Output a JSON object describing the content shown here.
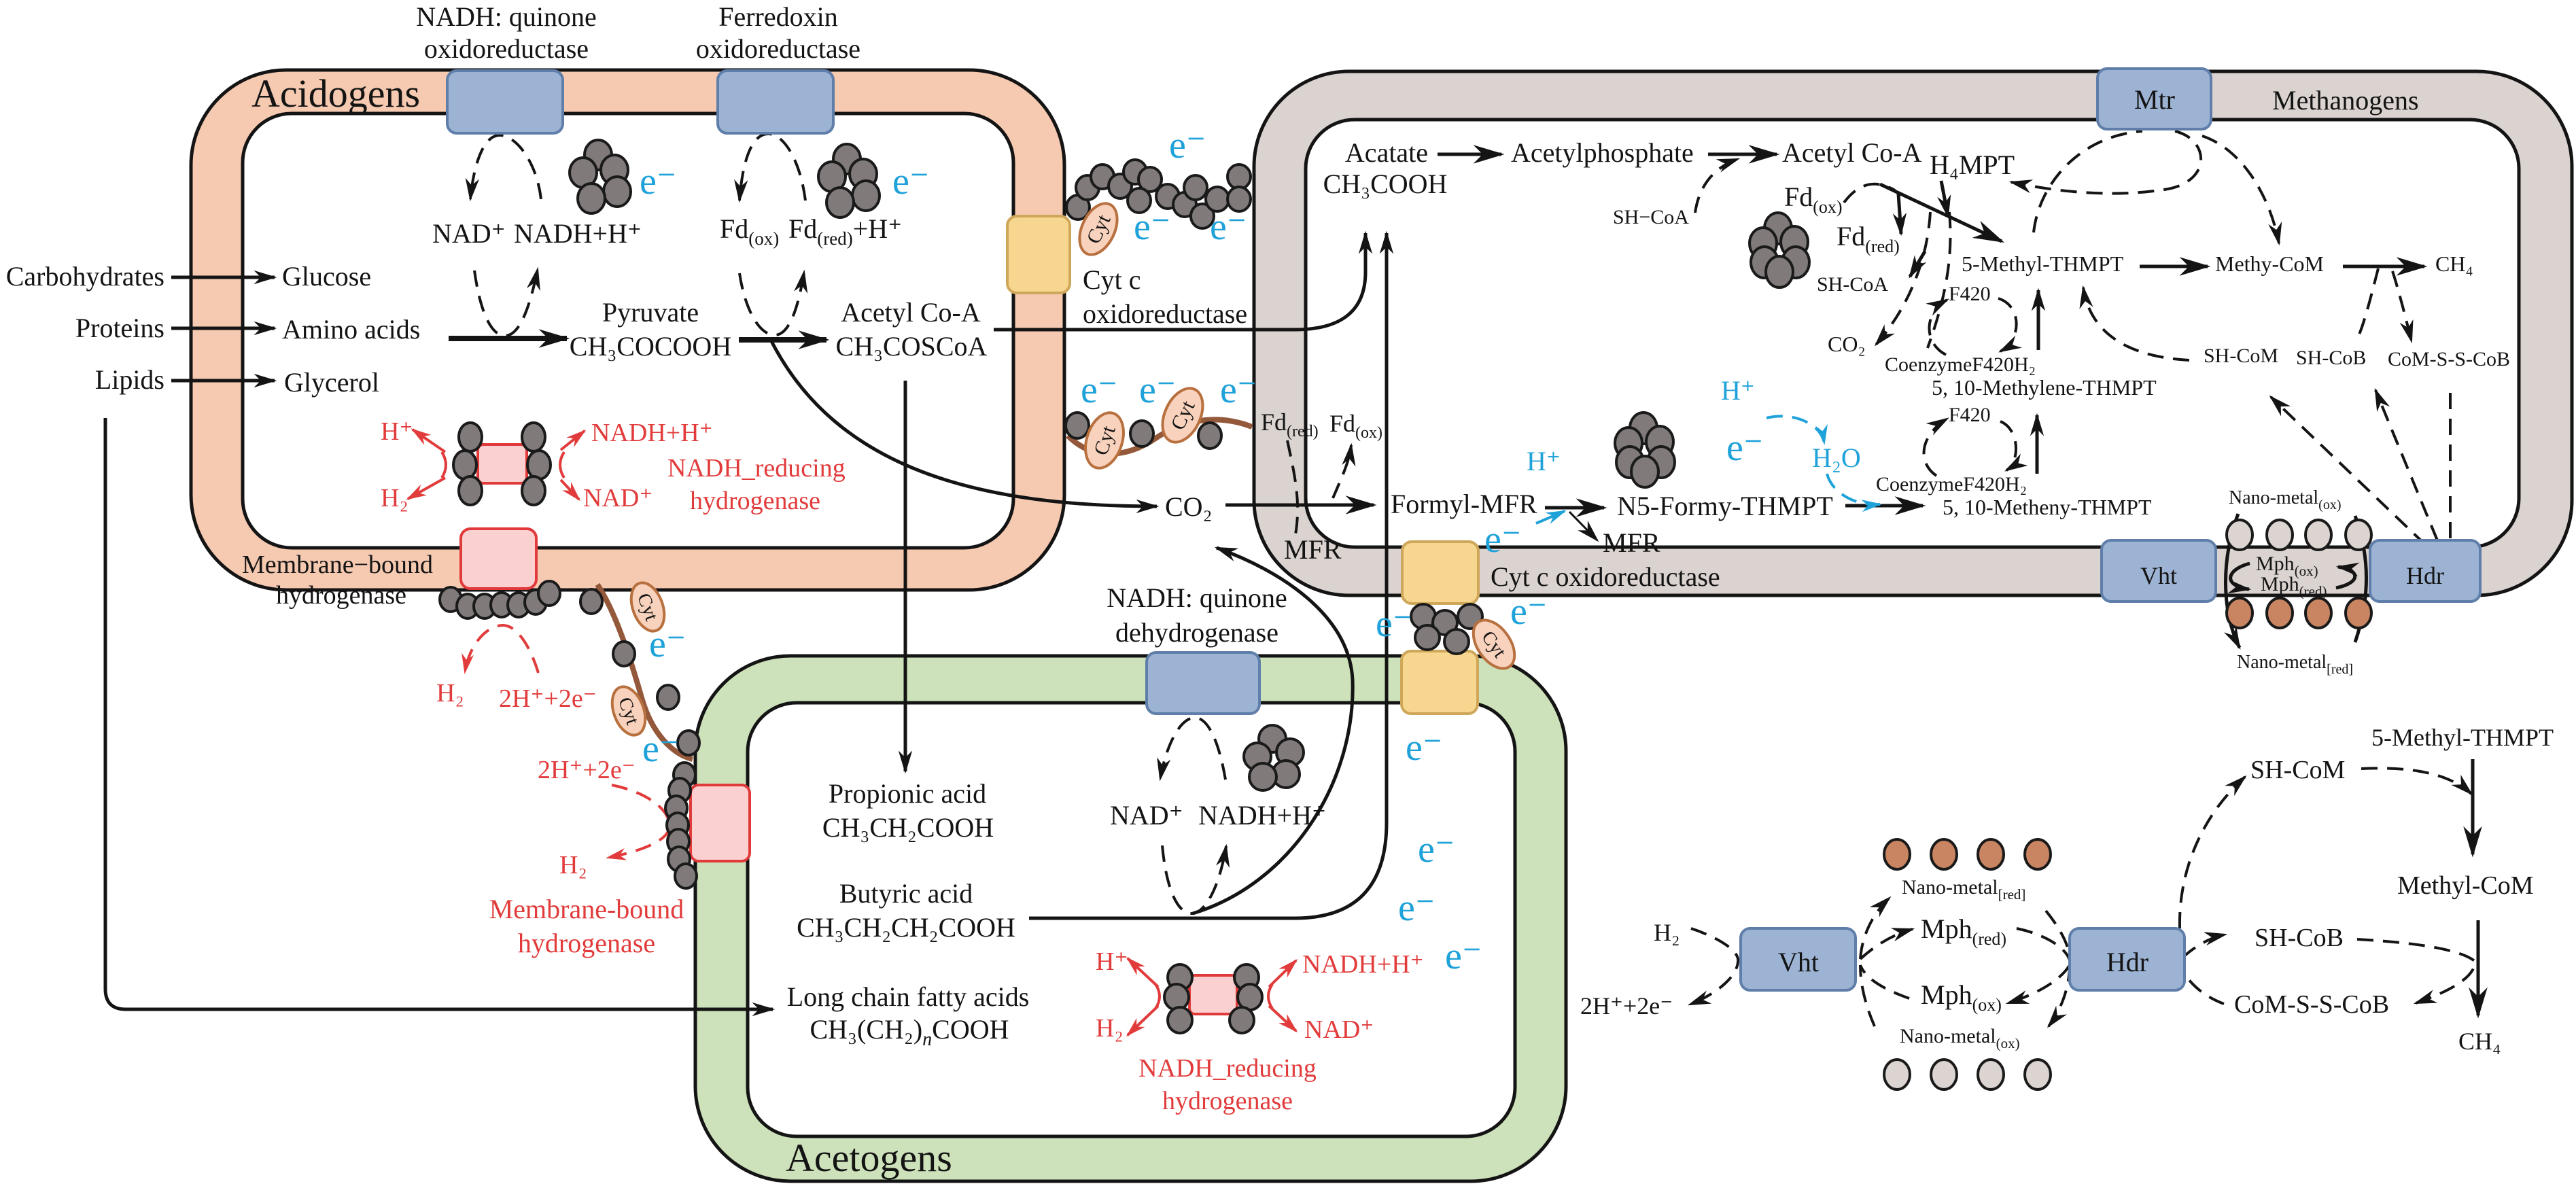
{
  "colors": {
    "acidogens_membrane": "#F6C9B1",
    "methanogens_membrane": "#DAD3D0",
    "acetogens_membrane": "#CDE2BA",
    "enzyme_blue": "#9DB3D3",
    "enzyme_blue_border": "#5F7FAA",
    "cyt_c_yellow": "#F7D68F",
    "cyt_c_yellow_border": "#CFA75A",
    "hydrogenase_pink": "#FBD0D0",
    "hydrogenase_border": "#E03A3A",
    "electron_carrier_grey": "#807A7A",
    "cyt_fill": "#F8D2BC",
    "cyt_border": "#B8703F",
    "conductive_pili_brown": "#94593A",
    "red_label": "#E23B3B",
    "electron_blue": "#1FA2D9",
    "nano_metal_reduced": "#C98562",
    "nano_metal_oxidized": "#DBD4D1"
  },
  "symbols": {
    "electron": "e⁻",
    "cyt": "Cyt"
  },
  "substrates": {
    "carbohydrates": "Carbohydrates",
    "proteins": "Proteins",
    "lipids": "Lipids"
  },
  "acidogens": {
    "label": "Acidogens",
    "nadh_quinone_oxidoreductase": {
      "line1": "NADH: quinone",
      "line2": "oxidoreductase"
    },
    "ferredoxin_oxidoreductase": {
      "line1": "Ferredoxin",
      "line2": "oxidoreductase"
    },
    "glucose": "Glucose",
    "amino_acids": "Amino acids",
    "glycerol": "Glycerol",
    "nad_plus": "NAD⁺",
    "nadh_h_plus": "NADH+H⁺",
    "fd_ox": {
      "base": "Fd",
      "sub": "(ox)"
    },
    "fd_red_h_plus": {
      "base": "Fd",
      "sub": "(red)",
      "tail": "+H⁺"
    },
    "pyruvate": {
      "name": "Pyruvate",
      "formula": "CH₃COCOOH"
    },
    "acetyl_coa": {
      "name": "Acetyl Co-A",
      "formula": "CH₃COSCoA"
    },
    "nadh_reducing_hydrogenase": {
      "h_plus": "H⁺",
      "h2": "H₂",
      "nadh_h_plus": "NADH+H⁺",
      "nad_plus": "NAD⁺",
      "line1": "NADH_reducing",
      "line2": "hydrogenase"
    },
    "membrane_bound_hydrogenase": {
      "line1": "Membrane−bound",
      "line2": "hydrogenase"
    }
  },
  "interspecies": {
    "cyt_c_oxidoreductase": {
      "line1": "Cyt c",
      "line2": "oxidoreductase"
    },
    "co2": "CO₂",
    "h2_upper": "H₂",
    "protons_electrons_upper": "2H⁺+2e⁻",
    "protons_electrons_lower": "2H⁺+2e⁻",
    "h2_lower": "H₂",
    "membrane_bound_hydrogenase": {
      "line1": "Membrane-bound",
      "line2": "hydrogenase"
    }
  },
  "methanogens": {
    "label": "Methanogens",
    "mtr": "Mtr",
    "acetate": {
      "name": "Acatate",
      "formula": "CH₃COOH"
    },
    "acetylphosphate": "Acetylphosphate",
    "acetyl_coa": "Acetyl Co-A",
    "h4mpt": "H₄MPT",
    "sh_coa_in": "SH−CoA",
    "fd_ox": {
      "base": "Fd",
      "sub": "(ox)"
    },
    "fd_red": {
      "base": "Fd",
      "sub": "(red)"
    },
    "sh_coa_out": "SH-CoA",
    "co2": "CO₂",
    "methyl_thmpt": "5-Methyl-THMPT",
    "methy_com": "Methy-CoM",
    "ch4": "CH₄",
    "f420_upper": "F420",
    "coenzyme_f420h2_upper": "CoenzymeF420H₂",
    "methylene_thmpt": "5, 10-Methylene-THMPT",
    "f420_lower": "F420",
    "coenzyme_f420h2_lower": "CoenzymeF420H₂",
    "metheny_thmpt": "5, 10-Metheny-THMPT",
    "sh_com": "SH-CoM",
    "sh_cob": "SH-CoB",
    "com_s_s_cob": "CoM-S-S-CoB",
    "membrane_fd_red": {
      "base": "Fd",
      "sub": "(red)"
    },
    "membrane_fd_ox": {
      "base": "Fd",
      "sub": "(ox)"
    },
    "mfr_membrane": "MFR",
    "formyl_mfr": "Formyl-MFR",
    "n5_formy_thmpt": "N5-Formy-THMPT",
    "mfr_released": "MFR",
    "h_plus_upper": "H⁺",
    "h_plus_lower": "H⁺",
    "h2o": "H₂O",
    "cyt_c_oxidoreductase": "Cyt c oxidoreductase",
    "vht": "Vht",
    "hdr": "Hdr",
    "nano_metal_ox": {
      "base": "Nano-metal",
      "sub": "(ox)"
    },
    "mph_ox": {
      "base": "Mph",
      "sub": "(ox)"
    },
    "mph_red": {
      "base": "Mph",
      "sub": "(red)"
    },
    "nano_metal_red": {
      "base": "Nano-metal",
      "sub": "[red]"
    }
  },
  "acetogens": {
    "label": "Acetogens",
    "nadh_quinone_dehydrogenase": {
      "line1": "NADH: quinone",
      "line2": "dehydrogenase"
    },
    "nad_plus": "NAD⁺",
    "nadh_h_plus": "NADH+H⁺",
    "propionic_acid": {
      "name": "Propionic acid",
      "formula": "CH₃CH₂COOH"
    },
    "butyric_acid": {
      "name": "Butyric acid",
      "formula": "CH₃CH₂CH₂COOH"
    },
    "long_chain_fatty_acids": {
      "name": "Long chain fatty acids",
      "formula_head": "CH₃(CH₂)",
      "formula_sub": "n",
      "formula_tail": "COOH"
    },
    "nadh_reducing_hydrogenase": {
      "h_plus": "H⁺",
      "h2": "H₂",
      "nadh_h_plus": "NADH+H⁺",
      "nad_plus": "NAD⁺",
      "line1": "NADH_reducing",
      "line2": "hydrogenase"
    }
  },
  "mechanism_detail": {
    "h2": "H₂",
    "protons_electrons": "2H⁺+2e⁻",
    "vht": "Vht",
    "hdr": "Hdr",
    "nano_metal_red": {
      "base": "Nano-metal",
      "sub": "[red]"
    },
    "mph_red": {
      "base": "Mph",
      "sub": "(red)"
    },
    "mph_ox": {
      "base": "Mph",
      "sub": "(ox)"
    },
    "nano_metal_ox": {
      "base": "Nano-metal",
      "sub": "(ox)"
    },
    "sh_com": "SH-CoM",
    "sh_cob": "SH-CoB",
    "com_s_s_cob": "CoM-S-S-CoB",
    "methyl_thmpt": "5-Methyl-THMPT",
    "methyl_com": "Methyl-CoM",
    "ch4": "CH₄"
  }
}
